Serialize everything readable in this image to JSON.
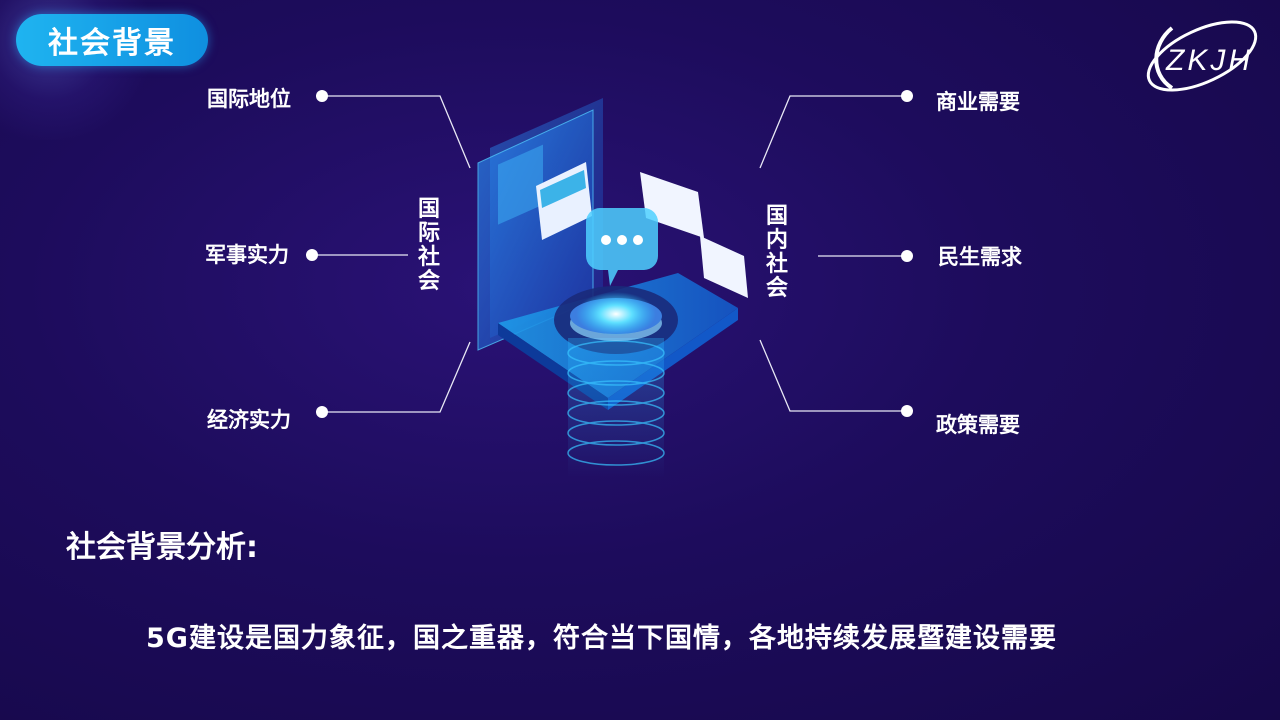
{
  "title": "社会背景",
  "logo_text": "ZKJH",
  "left_labels": [
    "国际地位",
    "军事实力",
    "经济实力"
  ],
  "right_labels": [
    "商业需要",
    "民生需求",
    "政策需要"
  ],
  "left_vertical": "国际社会",
  "right_vertical": "国内社会",
  "heading": "社会背景分析:",
  "description": "5G建设是国力象征，国之重器，符合当下国情，各地持续发展暨建设需要",
  "colors": {
    "accent": "#1fb4f0",
    "background": "#1d0c5c",
    "illustration_cyan": "#29c6ff"
  }
}
